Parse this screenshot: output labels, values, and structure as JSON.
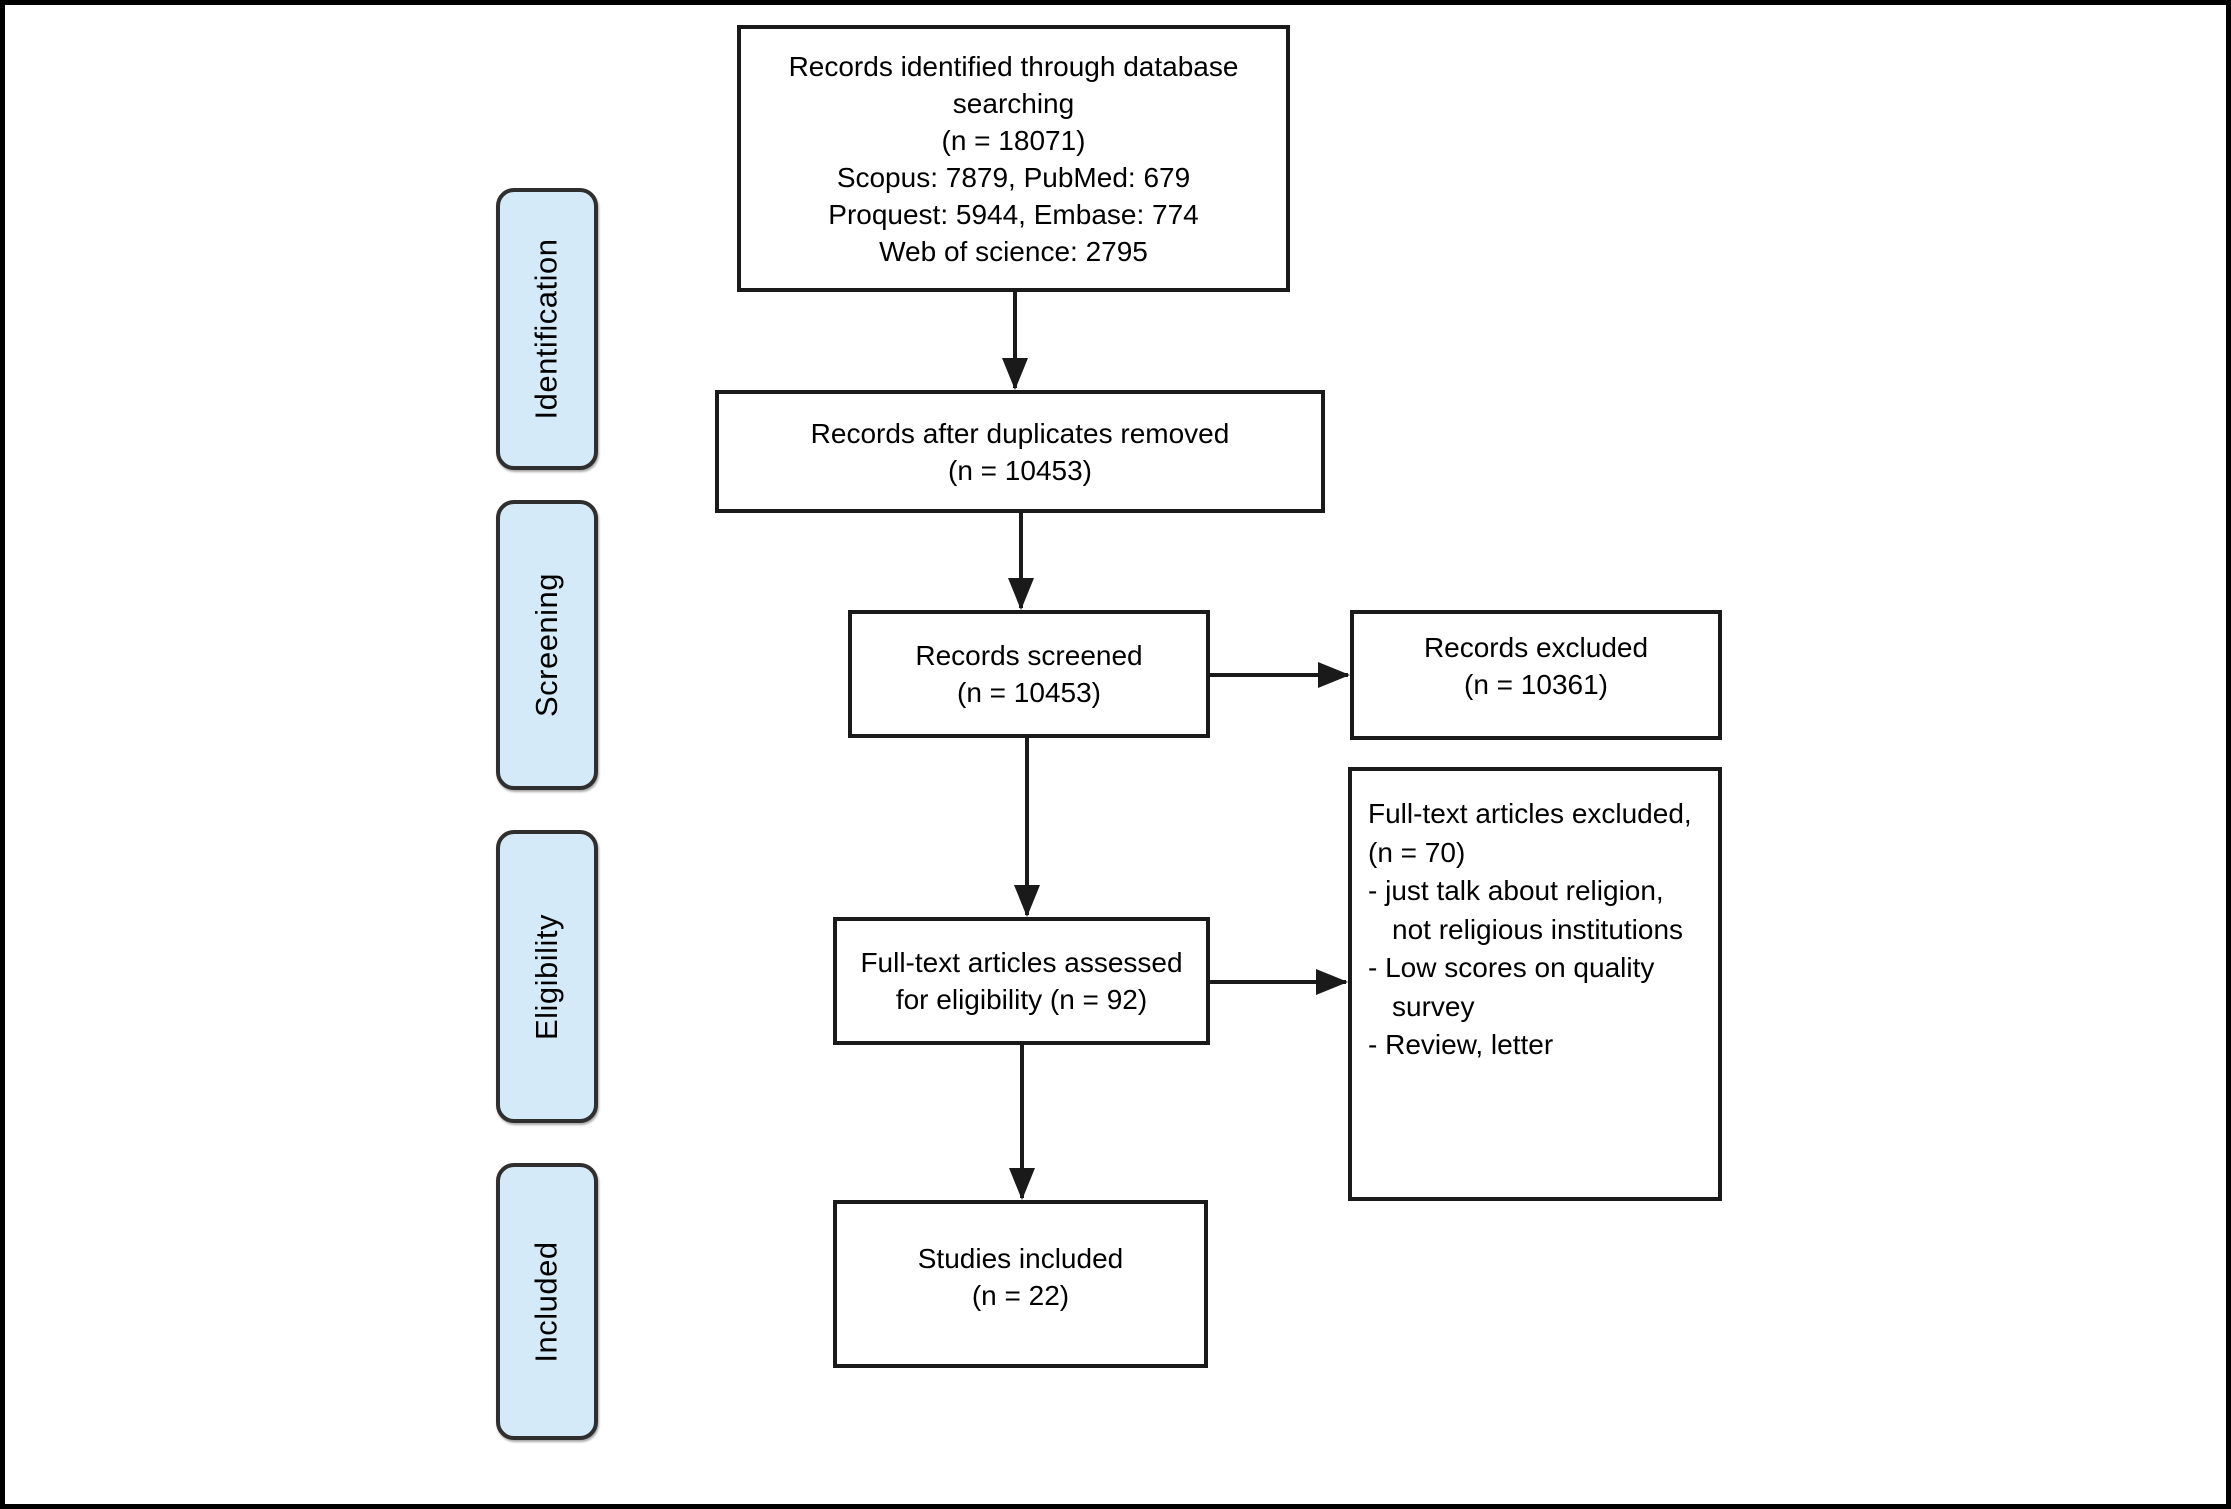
{
  "diagram": {
    "type": "prisma-flow",
    "stages": [
      {
        "label": "Identification"
      },
      {
        "label": "Screening"
      },
      {
        "label": "Eligibility"
      },
      {
        "label": "Included"
      }
    ],
    "boxes": {
      "identified": {
        "lines": [
          "Records identified through database",
          "searching",
          "(n = 18071)",
          "Scopus: 7879, PubMed: 679",
          "Proquest: 5944, Embase: 774",
          "Web of science: 2795"
        ]
      },
      "deduplicated": {
        "lines": [
          "Records after duplicates removed",
          "(n = 10453)"
        ]
      },
      "screened": {
        "lines": [
          "Records screened",
          "(n = 10453)"
        ]
      },
      "records_excluded": {
        "lines": [
          "Records excluded",
          "(n = 10361)"
        ]
      },
      "fulltext_assessed": {
        "lines": [
          "Full-text articles assessed",
          "for eligibility (n = 92)"
        ]
      },
      "fulltext_excluded": {
        "lines": [
          "Full-text articles excluded,",
          "(n = 70)",
          "- just talk about religion,",
          "not religious institutions",
          "- Low scores on quality",
          "survey",
          "- Review, letter"
        ]
      },
      "studies_included": {
        "lines": [
          "Studies included",
          "(n = 22)"
        ]
      }
    },
    "colors": {
      "stage_fill": "#d4eaf9",
      "stage_border": "#2f2f2f",
      "box_border": "#1a1a1a",
      "arrow": "#1a1a1a",
      "background": "#ffffff",
      "frame": "#000000"
    }
  }
}
